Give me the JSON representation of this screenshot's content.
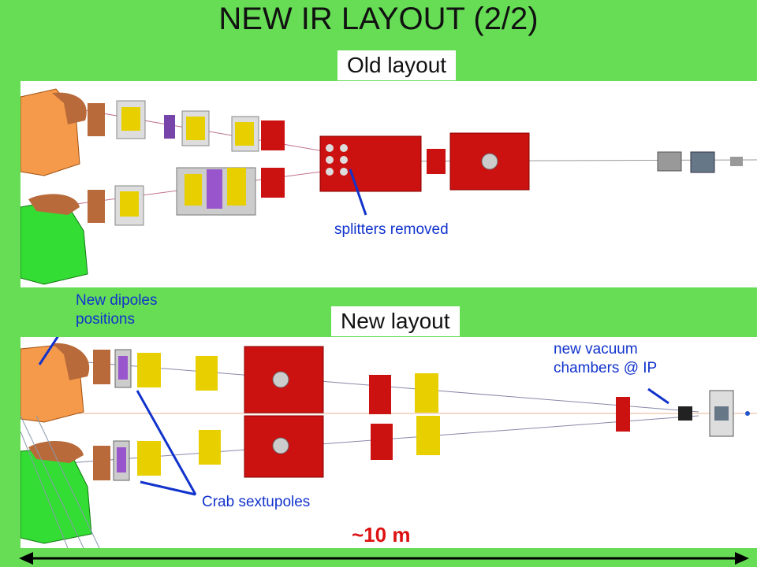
{
  "title": "NEW IR LAYOUT (2/2)",
  "old_label": "Old layout",
  "new_label": "New layout",
  "annotations": {
    "splitters": "splitters removed",
    "dipoles_line1": "New dipoles",
    "dipoles_line2": "positions",
    "vacuum_line1": "new vacuum",
    "vacuum_line2": "chambers @ IP",
    "crab": "Crab sextupoles"
  },
  "scale_label": "~10 m",
  "colors": {
    "background": "#66dd55",
    "annotation": "#1133cc",
    "magnet_red": "#cc1111",
    "magnet_yellow": "#e8d000",
    "dipole_orange": "#f59a4a",
    "dipole_green": "#33dd33",
    "coil_brown": "#b86a3a",
    "scale_red": "#dd1111"
  }
}
